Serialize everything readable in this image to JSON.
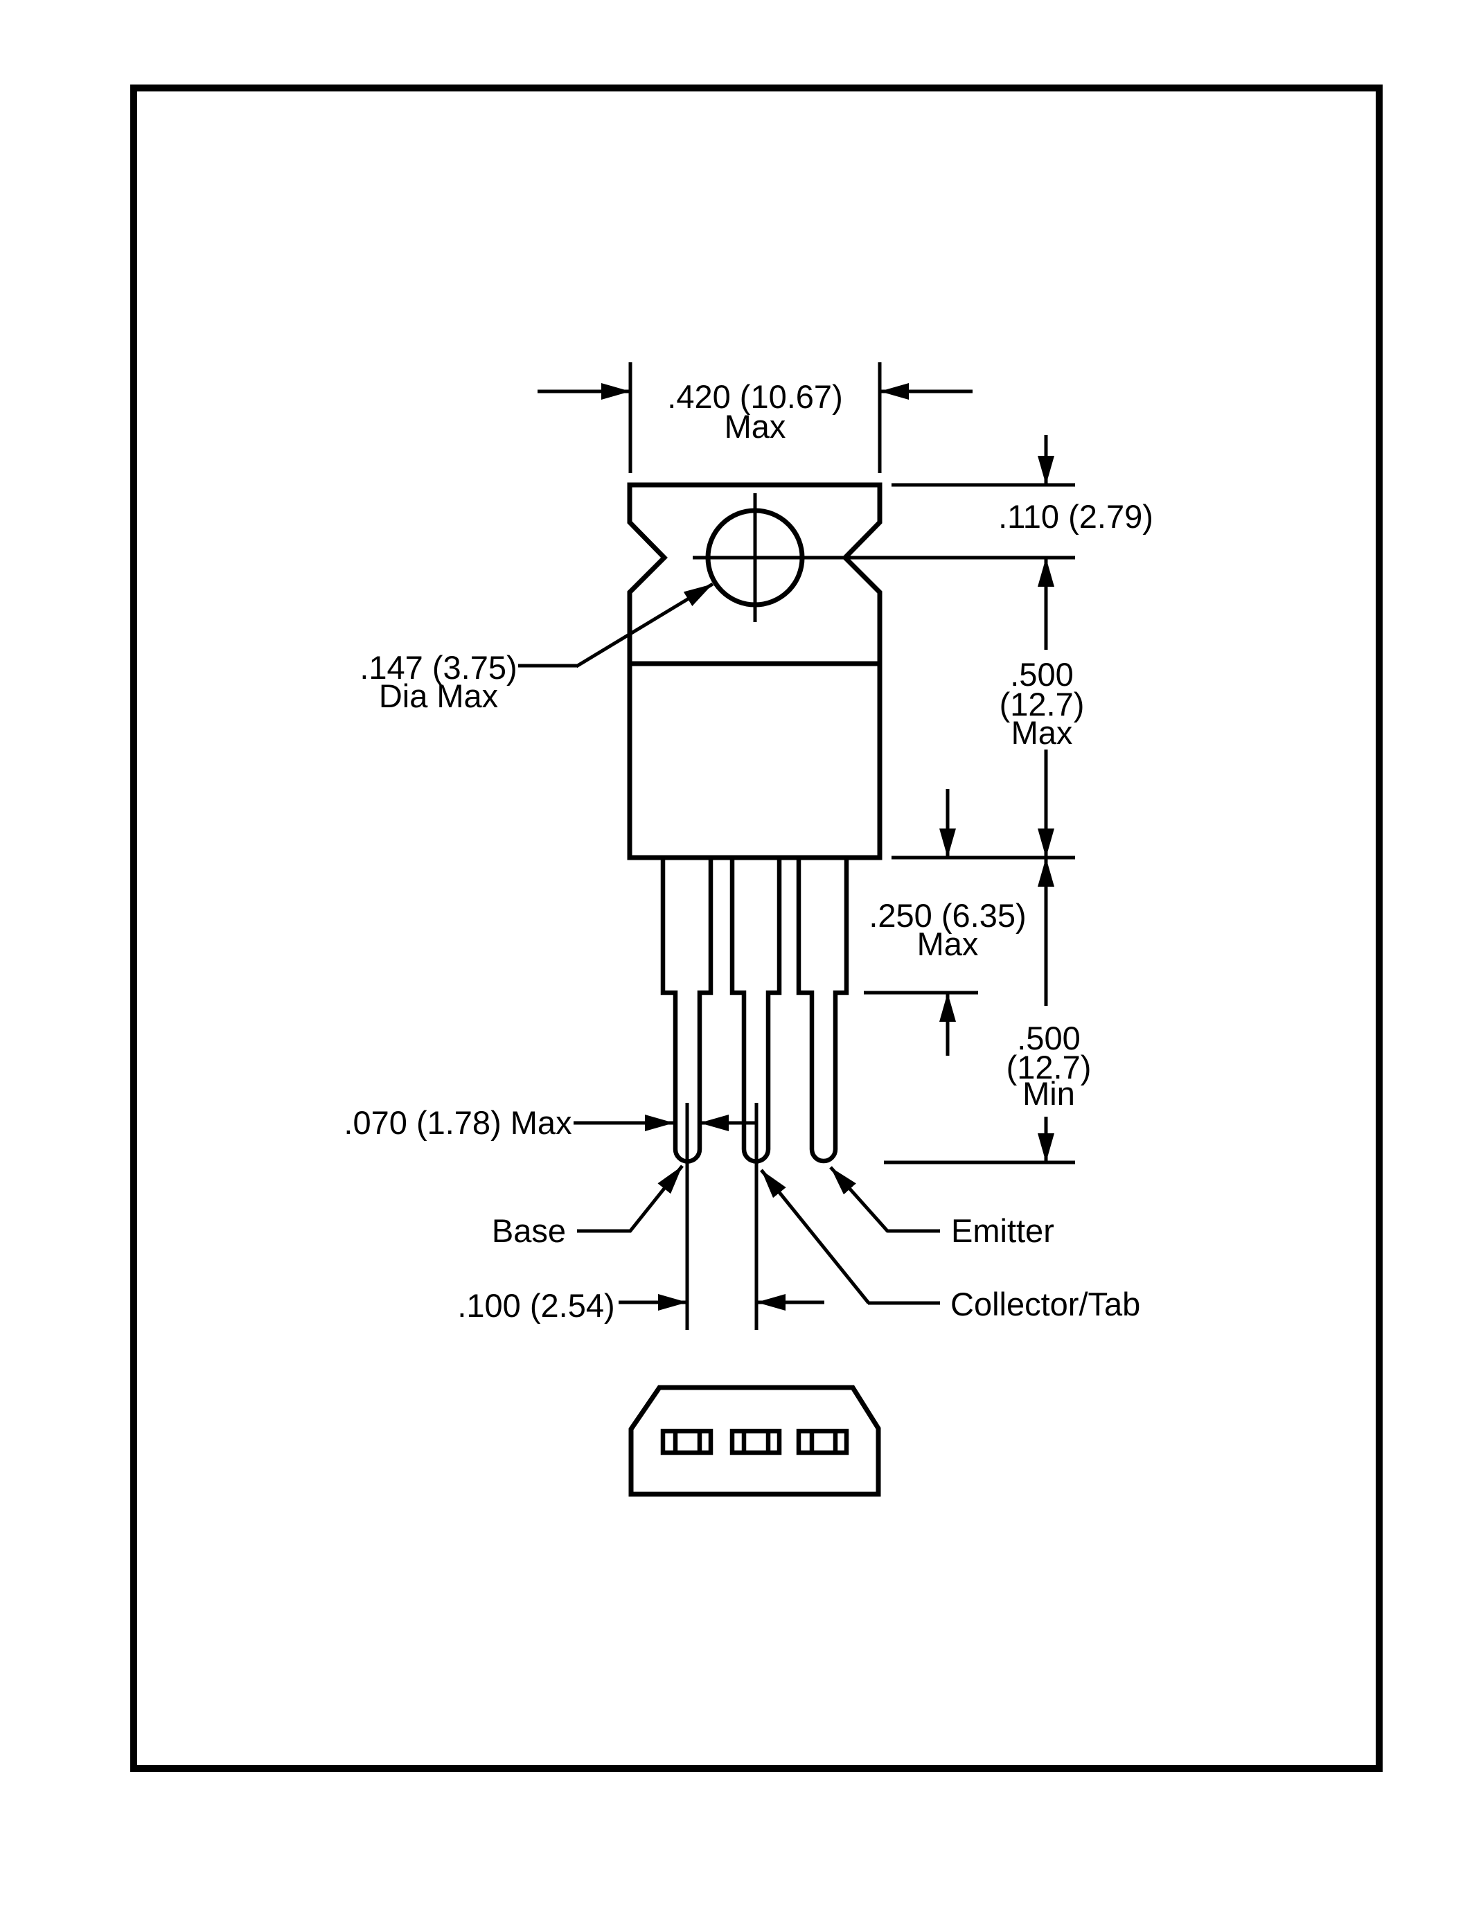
{
  "document": {
    "kind": "package-outline-mechanical-drawing",
    "package_views": [
      "front view",
      "bottom view"
    ],
    "background_color": "#ffffff",
    "ink_color": "#000000"
  },
  "front_view": {
    "width_dim": {
      "line1": ".420 (10.67)",
      "line2": "Max"
    },
    "hole_offset_dim": {
      "line1": ".110 (2.79)"
    },
    "body_height_dim": {
      "line1": ".500",
      "line2": "(12.7)",
      "line3": "Max"
    },
    "shoulder_dim": {
      "line1": ".250 (6.35)",
      "line2": "Max"
    },
    "lead_length_dim": {
      "line1": ".500",
      "line2": "(12.7)",
      "line3": "Min"
    },
    "hole_dia_dim": {
      "line1": ".147 (3.75)",
      "line2": "Dia Max"
    },
    "lead_width_dim": {
      "line1": ".070 (1.78) Max"
    },
    "lead_pitch_dim": {
      "line1": ".100 (2.54)"
    }
  },
  "pin_labels": {
    "base": "Base",
    "collector": "Collector/Tab",
    "emitter": "Emitter"
  }
}
